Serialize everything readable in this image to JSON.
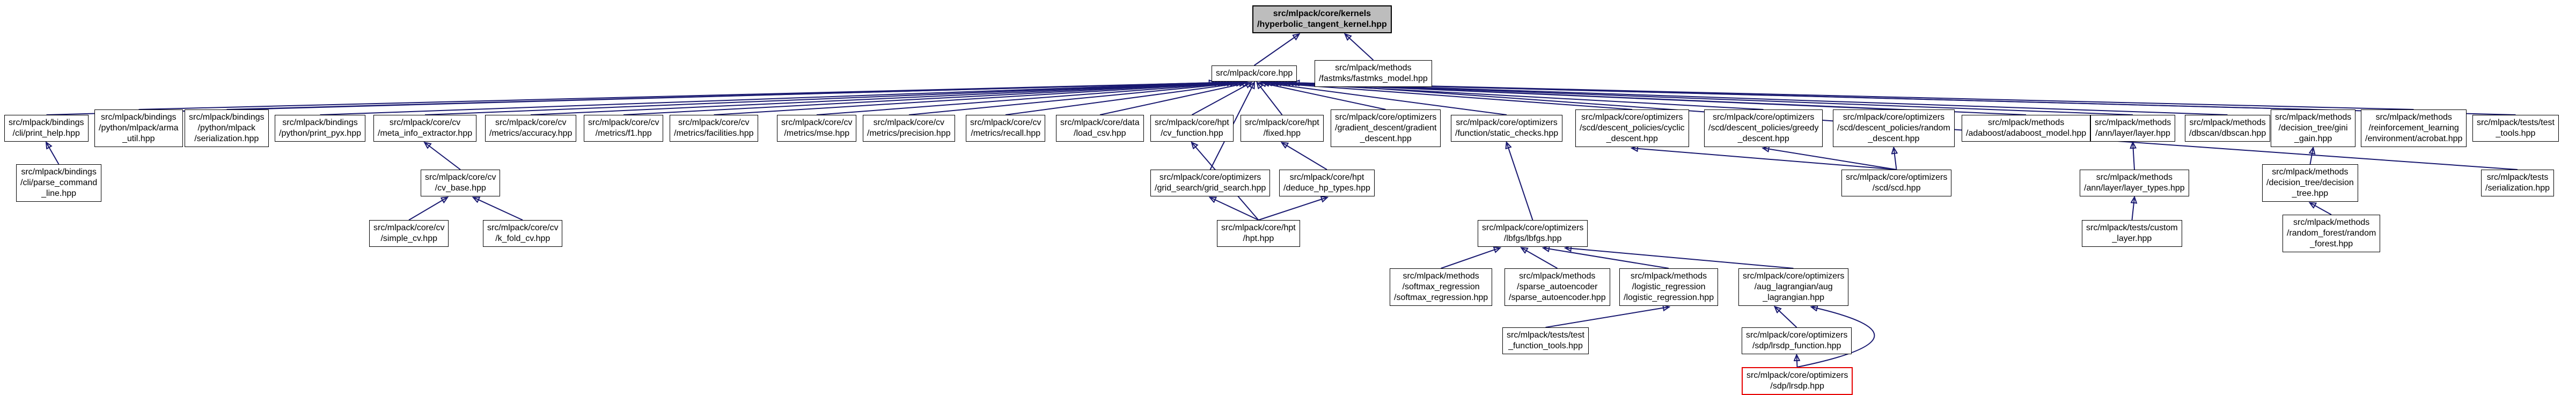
{
  "graph": {
    "colors": {
      "edge": "#191970",
      "node_border": "#000000",
      "node_fill": "#ffffff",
      "main_node_fill": "#bdbdbd",
      "truncated_node_border": "#e60000",
      "background": "#ffffff"
    },
    "nodes": [
      {
        "id": "hyperbolic",
        "kind": "main",
        "label": "src/mlpack/core/kernels\n/hyperbolic_tangent_kernel.hpp"
      },
      {
        "id": "core",
        "kind": "normal",
        "label": "src/mlpack/core.hpp"
      },
      {
        "id": "fastmks",
        "kind": "normal",
        "label": "src/mlpack/methods\n/fastmks/fastmks_model.hpp"
      },
      {
        "id": "print_help",
        "kind": "normal",
        "label": "src/mlpack/bindings\n/cli/print_help.hpp"
      },
      {
        "id": "arma_util",
        "kind": "normal",
        "label": "src/mlpack/bindings\n/python/mlpack/arma\n_util.hpp"
      },
      {
        "id": "py_serialization",
        "kind": "normal",
        "label": "src/mlpack/bindings\n/python/mlpack\n/serialization.hpp"
      },
      {
        "id": "print_pyx",
        "kind": "normal",
        "label": "src/mlpack/bindings\n/python/print_pyx.hpp"
      },
      {
        "id": "meta_info",
        "kind": "normal",
        "label": "src/mlpack/core/cv\n/meta_info_extractor.hpp"
      },
      {
        "id": "accuracy",
        "kind": "normal",
        "label": "src/mlpack/core/cv\n/metrics/accuracy.hpp"
      },
      {
        "id": "f1",
        "kind": "normal",
        "label": "src/mlpack/core/cv\n/metrics/f1.hpp"
      },
      {
        "id": "facilities",
        "kind": "normal",
        "label": "src/mlpack/core/cv\n/metrics/facilities.hpp"
      },
      {
        "id": "mse",
        "kind": "normal",
        "label": "src/mlpack/core/cv\n/metrics/mse.hpp"
      },
      {
        "id": "precision",
        "kind": "normal",
        "label": "src/mlpack/core/cv\n/metrics/precision.hpp"
      },
      {
        "id": "recall",
        "kind": "normal",
        "label": "src/mlpack/core/cv\n/metrics/recall.hpp"
      },
      {
        "id": "load_csv",
        "kind": "normal",
        "label": "src/mlpack/core/data\n/load_csv.hpp"
      },
      {
        "id": "cv_function",
        "kind": "normal",
        "label": "src/mlpack/core/hpt\n/cv_function.hpp"
      },
      {
        "id": "fixed",
        "kind": "normal",
        "label": "src/mlpack/core/hpt\n/fixed.hpp"
      },
      {
        "id": "gradient_descent",
        "kind": "normal",
        "label": "src/mlpack/core/optimizers\n/gradient_descent/gradient\n_descent.hpp"
      },
      {
        "id": "static_checks",
        "kind": "normal",
        "label": "src/mlpack/core/optimizers\n/function/static_checks.hpp"
      },
      {
        "id": "cyclic_descent",
        "kind": "normal",
        "label": "src/mlpack/core/optimizers\n/scd/descent_policies/cyclic\n_descent.hpp"
      },
      {
        "id": "greedy_descent",
        "kind": "normal",
        "label": "src/mlpack/core/optimizers\n/scd/descent_policies/greedy\n_descent.hpp"
      },
      {
        "id": "random_descent",
        "kind": "normal",
        "label": "src/mlpack/core/optimizers\n/scd/descent_policies/random\n_descent.hpp"
      },
      {
        "id": "adaboost_model",
        "kind": "normal",
        "label": "src/mlpack/methods\n/adaboost/adaboost_model.hpp"
      },
      {
        "id": "ann_layer",
        "kind": "normal",
        "label": "src/mlpack/methods\n/ann/layer/layer.hpp"
      },
      {
        "id": "dbscan",
        "kind": "normal",
        "label": "src/mlpack/methods\n/dbscan/dbscan.hpp"
      },
      {
        "id": "gini_gain",
        "kind": "normal",
        "label": "src/mlpack/methods\n/decision_tree/gini\n_gain.hpp"
      },
      {
        "id": "acrobat",
        "kind": "normal",
        "label": "src/mlpack/methods\n/reinforcement_learning\n/environment/acrobat.hpp"
      },
      {
        "id": "test_tools",
        "kind": "normal",
        "label": "src/mlpack/tests/test\n_tools.hpp"
      },
      {
        "id": "parse_command_line",
        "kind": "normal",
        "label": "src/mlpack/bindings\n/cli/parse_command\n_line.hpp"
      },
      {
        "id": "cv_base",
        "kind": "normal",
        "label": "src/mlpack/core/cv\n/cv_base.hpp"
      },
      {
        "id": "grid_search",
        "kind": "normal",
        "label": "src/mlpack/core/optimizers\n/grid_search/grid_search.hpp"
      },
      {
        "id": "deduce_hp_types",
        "kind": "normal",
        "label": "src/mlpack/core/hpt\n/deduce_hp_types.hpp"
      },
      {
        "id": "scd",
        "kind": "normal",
        "label": "src/mlpack/core/optimizers\n/scd/scd.hpp"
      },
      {
        "id": "layer_types",
        "kind": "normal",
        "label": "src/mlpack/methods\n/ann/layer/layer_types.hpp"
      },
      {
        "id": "decision_tree",
        "kind": "normal",
        "label": "src/mlpack/methods\n/decision_tree/decision\n_tree.hpp"
      },
      {
        "id": "tests_serialization",
        "kind": "normal",
        "label": "src/mlpack/tests\n/serialization.hpp"
      },
      {
        "id": "simple_cv",
        "kind": "normal",
        "label": "src/mlpack/core/cv\n/simple_cv.hpp"
      },
      {
        "id": "k_fold_cv",
        "kind": "normal",
        "label": "src/mlpack/core/cv\n/k_fold_cv.hpp"
      },
      {
        "id": "hpt",
        "kind": "normal",
        "label": "src/mlpack/core/hpt\n/hpt.hpp"
      },
      {
        "id": "lbfgs",
        "kind": "normal",
        "label": "src/mlpack/core/optimizers\n/lbfgs/lbfgs.hpp"
      },
      {
        "id": "custom_layer",
        "kind": "normal",
        "label": "src/mlpack/tests/custom\n_layer.hpp"
      },
      {
        "id": "random_forest",
        "kind": "normal",
        "label": "src/mlpack/methods\n/random_forest/random\n_forest.hpp"
      },
      {
        "id": "softmax_regression",
        "kind": "normal",
        "label": "src/mlpack/methods\n/softmax_regression\n/softmax_regression.hpp"
      },
      {
        "id": "sparse_autoencoder",
        "kind": "normal",
        "label": "src/mlpack/methods\n/sparse_autoencoder\n/sparse_autoencoder.hpp"
      },
      {
        "id": "logistic_regression",
        "kind": "normal",
        "label": "src/mlpack/methods\n/logistic_regression\n/logistic_regression.hpp"
      },
      {
        "id": "aug_lagrangian",
        "kind": "normal",
        "label": "src/mlpack/core/optimizers\n/aug_lagrangian/aug\n_lagrangian.hpp"
      },
      {
        "id": "test_function_tools",
        "kind": "normal",
        "label": "src/mlpack/tests/test\n_function_tools.hpp"
      },
      {
        "id": "lrsdp_function",
        "kind": "normal",
        "label": "src/mlpack/core/optimizers\n/sdp/lrsdp_function.hpp"
      },
      {
        "id": "lrsdp",
        "kind": "truncated",
        "label": "src/mlpack/core/optimizers\n/sdp/lrsdp.hpp"
      }
    ],
    "edges": [
      {
        "from": "core",
        "to": "hyperbolic"
      },
      {
        "from": "fastmks",
        "to": "hyperbolic"
      },
      {
        "from": "print_help",
        "to": "core"
      },
      {
        "from": "arma_util",
        "to": "core"
      },
      {
        "from": "py_serialization",
        "to": "core"
      },
      {
        "from": "print_pyx",
        "to": "core"
      },
      {
        "from": "meta_info",
        "to": "core"
      },
      {
        "from": "accuracy",
        "to": "core"
      },
      {
        "from": "f1",
        "to": "core"
      },
      {
        "from": "facilities",
        "to": "core"
      },
      {
        "from": "mse",
        "to": "core"
      },
      {
        "from": "precision",
        "to": "core"
      },
      {
        "from": "recall",
        "to": "core"
      },
      {
        "from": "load_csv",
        "to": "core"
      },
      {
        "from": "cv_function",
        "to": "core"
      },
      {
        "from": "grid_search",
        "to": "core"
      },
      {
        "from": "fixed",
        "to": "core"
      },
      {
        "from": "gradient_descent",
        "to": "core"
      },
      {
        "from": "static_checks",
        "to": "core"
      },
      {
        "from": "cyclic_descent",
        "to": "core"
      },
      {
        "from": "greedy_descent",
        "to": "core"
      },
      {
        "from": "random_descent",
        "to": "core"
      },
      {
        "from": "adaboost_model",
        "to": "core"
      },
      {
        "from": "ann_layer",
        "to": "core"
      },
      {
        "from": "dbscan",
        "to": "core"
      },
      {
        "from": "gini_gain",
        "to": "core"
      },
      {
        "from": "acrobat",
        "to": "core"
      },
      {
        "from": "test_tools",
        "to": "core"
      },
      {
        "from": "tests_serialization",
        "to": "core"
      },
      {
        "from": "parse_command_line",
        "to": "print_help"
      },
      {
        "from": "cv_base",
        "to": "meta_info"
      },
      {
        "from": "simple_cv",
        "to": "cv_base"
      },
      {
        "from": "k_fold_cv",
        "to": "cv_base"
      },
      {
        "from": "hpt",
        "to": "cv_function"
      },
      {
        "from": "hpt",
        "to": "grid_search"
      },
      {
        "from": "hpt",
        "to": "deduce_hp_types"
      },
      {
        "from": "deduce_hp_types",
        "to": "fixed"
      },
      {
        "from": "scd",
        "to": "cyclic_descent"
      },
      {
        "from": "scd",
        "to": "greedy_descent"
      },
      {
        "from": "scd",
        "to": "random_descent"
      },
      {
        "from": "lbfgs",
        "to": "static_checks"
      },
      {
        "from": "softmax_regression",
        "to": "lbfgs"
      },
      {
        "from": "sparse_autoencoder",
        "to": "lbfgs"
      },
      {
        "from": "logistic_regression",
        "to": "lbfgs"
      },
      {
        "from": "aug_lagrangian",
        "to": "lbfgs"
      },
      {
        "from": "test_function_tools",
        "to": "logistic_regression"
      },
      {
        "from": "lrsdp_function",
        "to": "aug_lagrangian"
      },
      {
        "from": "lrsdp",
        "to": "aug_lagrangian",
        "bend": 260
      },
      {
        "from": "lrsdp",
        "to": "lrsdp_function"
      },
      {
        "from": "layer_types",
        "to": "ann_layer"
      },
      {
        "from": "custom_layer",
        "to": "layer_types"
      },
      {
        "from": "decision_tree",
        "to": "gini_gain"
      },
      {
        "from": "random_forest",
        "to": "decision_tree"
      }
    ]
  }
}
